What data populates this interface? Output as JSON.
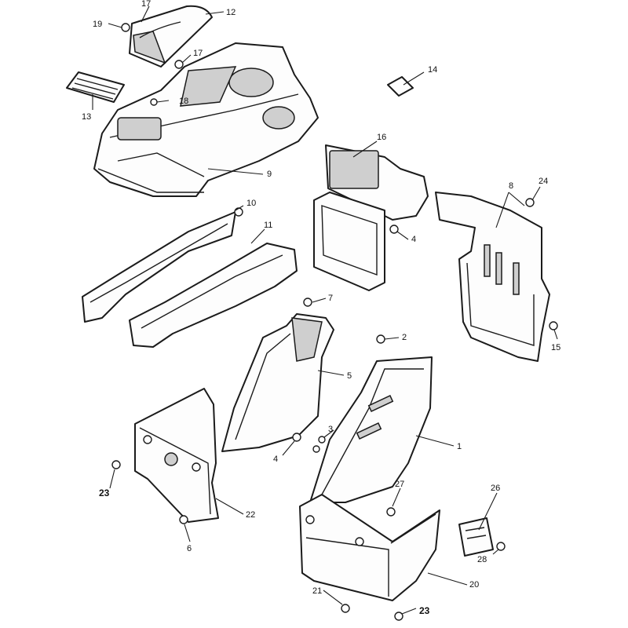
{
  "diagram": {
    "callouts": [
      {
        "id": "c1",
        "text": "1"
      },
      {
        "id": "c2",
        "text": "2"
      },
      {
        "id": "c3",
        "text": "3"
      },
      {
        "id": "c4a",
        "text": "4"
      },
      {
        "id": "c4b",
        "text": "4"
      },
      {
        "id": "c5",
        "text": "5"
      },
      {
        "id": "c6",
        "text": "6"
      },
      {
        "id": "c7",
        "text": "7"
      },
      {
        "id": "c8",
        "text": "8"
      },
      {
        "id": "c9",
        "text": "9"
      },
      {
        "id": "c10",
        "text": "10"
      },
      {
        "id": "c11",
        "text": "11"
      },
      {
        "id": "c12",
        "text": "12"
      },
      {
        "id": "c13",
        "text": "13"
      },
      {
        "id": "c14",
        "text": "14"
      },
      {
        "id": "c15",
        "text": "15"
      },
      {
        "id": "c16",
        "text": "16"
      },
      {
        "id": "c17a",
        "text": "17"
      },
      {
        "id": "c17b",
        "text": "17"
      },
      {
        "id": "c18",
        "text": "18"
      },
      {
        "id": "c19",
        "text": "19"
      },
      {
        "id": "c20",
        "text": "20"
      },
      {
        "id": "c21",
        "text": "21"
      },
      {
        "id": "c22",
        "text": "22"
      },
      {
        "id": "c23a",
        "text": "23"
      },
      {
        "id": "c23b",
        "text": "23"
      },
      {
        "id": "c24",
        "text": "24"
      },
      {
        "id": "c26",
        "text": "26"
      },
      {
        "id": "c27",
        "text": "27"
      },
      {
        "id": "c28",
        "text": "28"
      }
    ]
  }
}
